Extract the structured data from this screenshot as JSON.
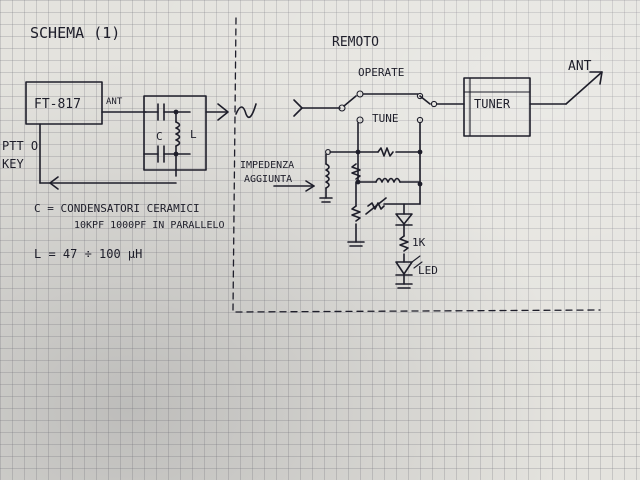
{
  "title": "SCHEMA (1)",
  "remote_label": "REMOTO",
  "radio_label": "FT-817",
  "ant_port": "ANT",
  "cap_label": "C",
  "ind_label": "L",
  "ptt_label": "PTT O",
  "key_label": "KEY",
  "note_c_line1": "C = CONDENSATORI CERAMICI",
  "note_c_line2": "10KPF 1000PF IN PARALLELO",
  "note_l": "L = 47 ÷ 100 μH",
  "switch_operate": "OPERATE",
  "switch_tune": "TUNE",
  "tuner_label": "TUNER",
  "antenna_label": "ANT",
  "impedance_line1": "IMPEDENZA",
  "impedance_line2": "AGGIUNTA",
  "resistor_label": "1K",
  "led_label": "LED",
  "colors": {
    "ink": "#1e1e2a",
    "paper": "#e4e3de",
    "grid": "#8a8a96"
  }
}
